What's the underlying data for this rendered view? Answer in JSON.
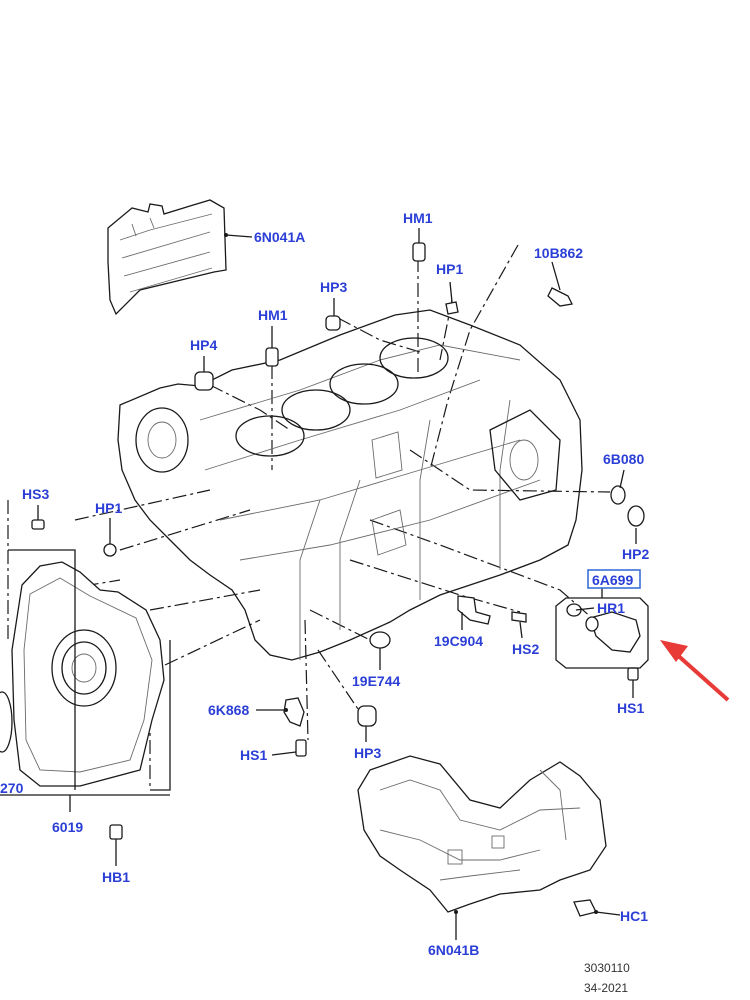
{
  "colors": {
    "label": "#2b3fd6",
    "line": "#1a1a1a",
    "highlight_box": "#3a6fd8",
    "arrow": "#e83a36"
  },
  "icons": [
    "red-pointer-arrow"
  ],
  "labels": {
    "n6n041a": "6N041A",
    "hm1_top": "HM1",
    "n10b862": "10B862",
    "hp1_top": "HP1",
    "hp3_top": "HP3",
    "hm1_mid": "HM1",
    "hp4": "HP4",
    "n6b080": "6B080",
    "hs3": "HS3",
    "hp1_left": "HP1",
    "hp2": "HP2",
    "n6a699": "6A699",
    "hr1": "HR1",
    "n19c904": "19C904",
    "hs2": "HS2",
    "n19e744": "19E744",
    "n6k868": "6K868",
    "hs1_right": "HS1",
    "hs1_left": "HS1",
    "hp3_bottom": "HP3",
    "n270": "270",
    "n6019": "6019",
    "hb1": "HB1",
    "hc1": "HC1",
    "n6n041b": "6N041B"
  },
  "ref_number": "3030110",
  "ref_date": "34-2021"
}
